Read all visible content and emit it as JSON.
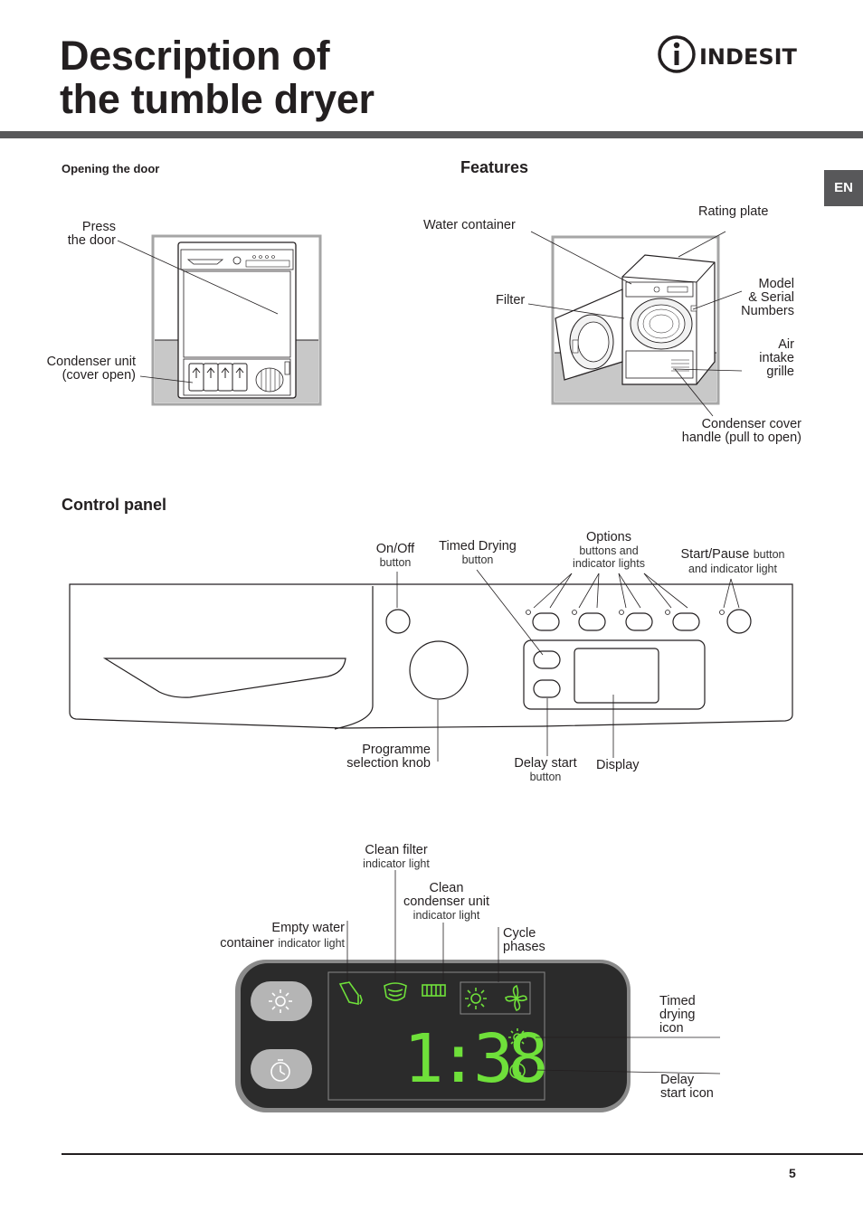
{
  "header": {
    "title_line1": "Description of",
    "title_line2": "the tumble dryer",
    "brand": "INDESIT",
    "lang_tab": "EN"
  },
  "opening": {
    "heading": "Opening the door",
    "press_door": [
      "Press",
      "the door"
    ],
    "condenser": [
      "Condenser unit",
      "(cover open)"
    ]
  },
  "features": {
    "heading": "Features",
    "water_container": "Water container",
    "rating_plate": "Rating plate",
    "filter": "Filter",
    "model_serial": [
      "Model",
      "& Serial",
      "Numbers"
    ],
    "air_intake": [
      "Air",
      "intake",
      "grille"
    ],
    "condenser_cover": [
      "Condenser cover",
      "handle (pull to open)"
    ]
  },
  "control_panel": {
    "heading": "Control panel",
    "on_off": {
      "title": "On/Off",
      "sub": "button"
    },
    "timed_drying": {
      "title": "Timed Drying",
      "sub": "button"
    },
    "options": {
      "title": "Options",
      "sub1": "buttons and",
      "sub2": "indicator lights"
    },
    "start_pause": {
      "title": "Start/Pause",
      "sub_inline": "button",
      "sub2": "and indicator light"
    },
    "programme_knob": [
      "Programme",
      "selection knob"
    ],
    "delay_start": {
      "title": "Delay start",
      "sub": "button"
    },
    "display": "Display"
  },
  "display_panel": {
    "clean_filter": {
      "title": "Clean filter",
      "sub": "indicator light"
    },
    "clean_condenser": {
      "title1": "Clean",
      "title2": "condenser unit",
      "sub": "indicator light"
    },
    "empty_water": {
      "title1": "Empty water",
      "title2": "container",
      "sub": "indicator light"
    },
    "cycle_phases": [
      "Cycle",
      "phases"
    ],
    "timed_icon": [
      "Timed",
      "drying",
      "icon"
    ],
    "delay_icon": [
      "Delay",
      "start icon"
    ],
    "digits": "1:38"
  },
  "footer": {
    "page": "5"
  },
  "colors": {
    "display_green": "#6fe03a",
    "panel_dark": "#2b2b2b",
    "grey_bar": "#58585a"
  }
}
